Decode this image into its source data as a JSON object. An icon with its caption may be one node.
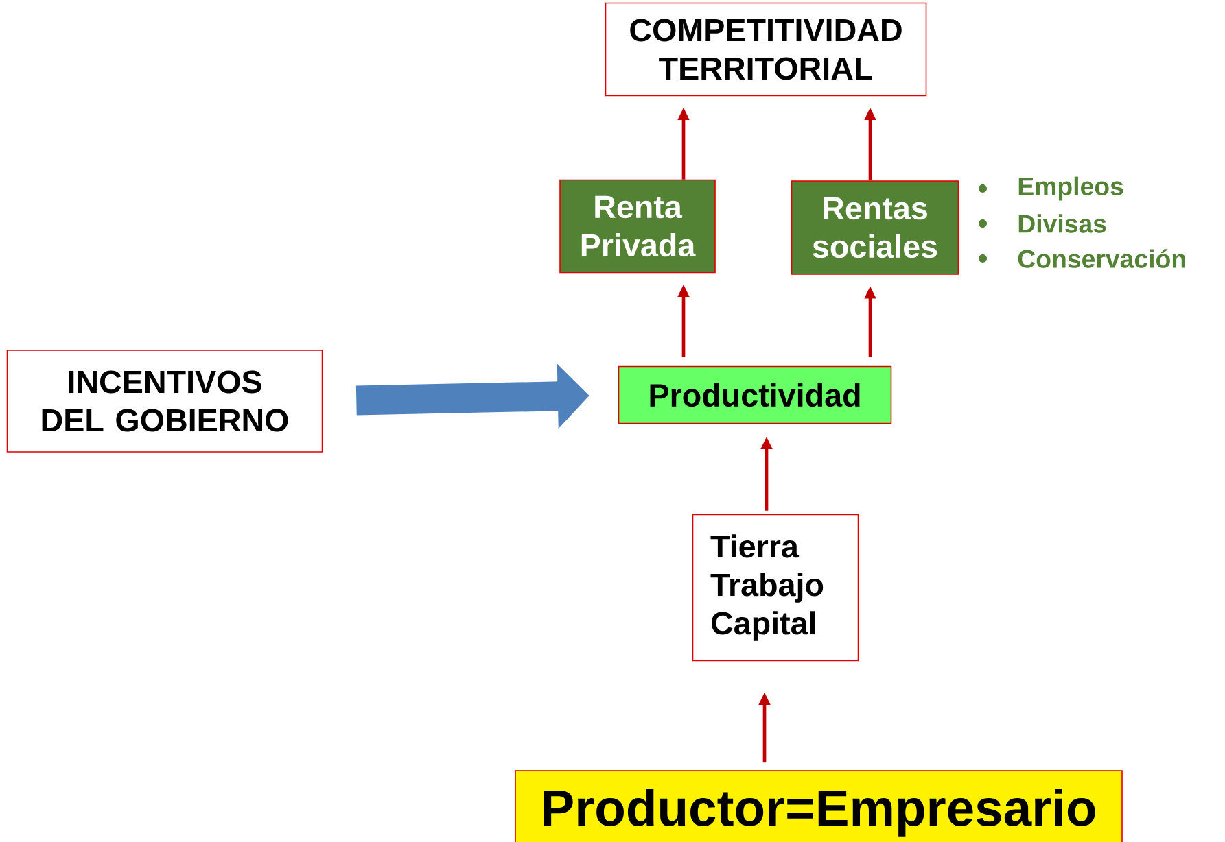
{
  "diagram": {
    "nodes": [
      {
        "text": [
          "COMPETITIVIDAD TERRITORIAL"
        ]
      },
      {
        "text": [
          "Renta Privada"
        ]
      },
      {
        "text": [
          "Rentas sociales"
        ],
        "beside": [
          "Empleos",
          "Divisas",
          "Conservación"
        ]
      },
      {
        "text": [
          "Productividad"
        ]
      },
      {
        "text": [
          "INCENTIVOS DEL GOBIERNO"
        ]
      },
      {
        "text": [
          "Tierra Trabajo Capital"
        ]
      },
      {
        "text": [
          "Productor=Empresario"
        ]
      }
    ],
    "edges": [
      {
        "from": 1,
        "to": 0,
        "arrow": "to"
      },
      {
        "from": 2,
        "to": 0,
        "arrow": "to"
      },
      {
        "from": 3,
        "to": 1,
        "arrow": "to"
      },
      {
        "from": 3,
        "to": 2,
        "arrow": "to"
      },
      {
        "from": 4,
        "to": 3,
        "arrow": "to",
        "style": "thick",
        "color": "#4f81bd"
      },
      {
        "from": 5,
        "to": 3,
        "arrow": "to"
      },
      {
        "from": 6,
        "to": 5,
        "arrow": "to"
      }
    ]
  }
}
